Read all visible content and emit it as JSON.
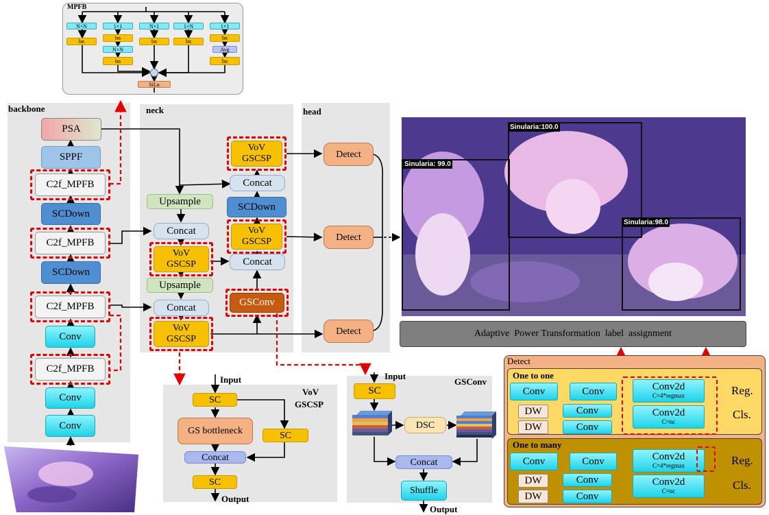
{
  "panels": {
    "backbone": "backbone",
    "neck": "neck",
    "head": "head",
    "mpfb": "MPFB"
  },
  "backbone": {
    "psa": "PSA",
    "sppf": "SPPF",
    "c2f_4": "C2f_MPFB",
    "scdown_2": "SCDown",
    "c2f_3": "C2f_MPFB",
    "scdown_1": "SCDown",
    "c2f_2": "C2f_MPFB",
    "conv_3": "Conv",
    "c2f_1": "C2f_MPFB",
    "conv_2": "Conv",
    "conv_1": "Conv"
  },
  "neck": {
    "upsample_1": "Upsample",
    "concat_1": "Concat",
    "vov_1": "VoV GSCSP",
    "upsample_2": "Upsample",
    "concat_2": "Concat",
    "vov_2": "VoV GSCSP",
    "vov_top": "VoV GSCSP",
    "concat_top": "Concat",
    "scdown": "SCDown",
    "vov_mid": "VoV GSCSP",
    "concat_mid": "Concat",
    "gsconv": "GSConv"
  },
  "head": {
    "detect": "Detect"
  },
  "mpfb": {
    "nxn": "N×N",
    "1x1": "1×1",
    "nx1": "N×1",
    "1xn": "1×N",
    "bn": "bn",
    "avg": "Avg",
    "silu": "SiLu"
  },
  "detections": [
    {
      "label": "Sinularia:100.0"
    },
    {
      "label": "Sinularia: 99.0"
    },
    {
      "label": "Sinularia:98.0"
    }
  ],
  "label_assignment": "Adaptive  Power Transformation  label  assignment",
  "vov_panel": {
    "title_1": "VoV",
    "title_2": "GSCSP",
    "input": "Input",
    "output": "Output",
    "sc": "SC",
    "gs_bottleneck": "GS bottleneck",
    "concat": "Concat"
  },
  "gsconv_panel": {
    "title": "GSConv",
    "input": "Input",
    "output": "Output",
    "sc": "SC",
    "dsc": "DSC",
    "concat": "Concat",
    "shuffle": "Shuffle"
  },
  "detect_panel": {
    "title": "Detect",
    "one_to_one": "One to one",
    "one_to_many": "One to many",
    "conv": "Conv",
    "dw": "DW",
    "conv2d": "Conv2d",
    "reg_param": "C=4*regmax",
    "cls_param": "C=nc",
    "reg": "Reg.",
    "cls": "Cls."
  },
  "colors": {
    "accent_dash": "#e00000",
    "panel_gray": "#e6e6e6",
    "vov_yellow": "#f7c000",
    "detect_orange": "#f4b183"
  }
}
